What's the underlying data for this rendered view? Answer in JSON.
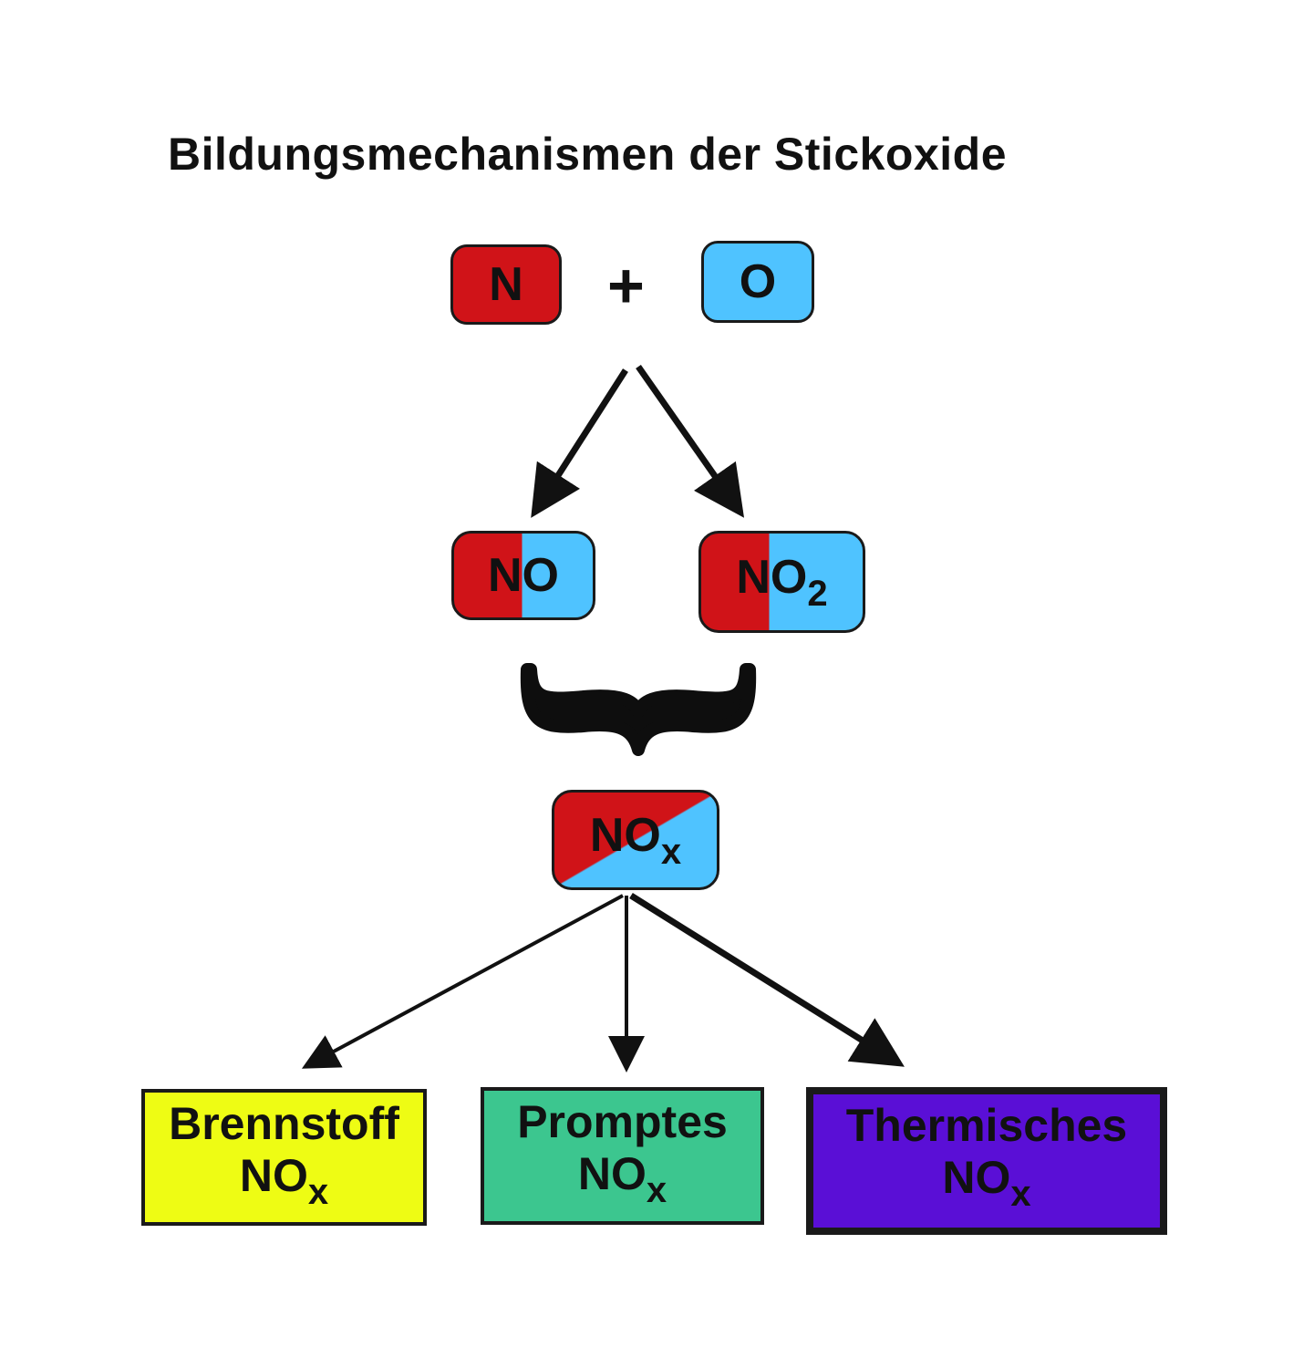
{
  "title": "Bildungsmechanismen der Stickoxide",
  "atoms": {
    "nitrogen": {
      "label": "N",
      "color": "#d01318"
    },
    "plus": "+",
    "oxygen": {
      "label": "O",
      "color": "#4fc3ff"
    }
  },
  "molecules": {
    "no": {
      "label": "NO"
    },
    "no2": {
      "label": "NO",
      "subscript": "2"
    },
    "nox": {
      "label": "NO",
      "subscript": "x"
    }
  },
  "nox_types": [
    {
      "line1": "Brennstoff",
      "line2": "NO",
      "subscript": "x",
      "color": "#eefc14"
    },
    {
      "line1": "Promptes",
      "line2": "NO",
      "subscript": "x",
      "color": "#3cc68f"
    },
    {
      "line1": "Thermisches",
      "line2": "NO",
      "subscript": "x",
      "color": "#5a0fd6"
    }
  ]
}
